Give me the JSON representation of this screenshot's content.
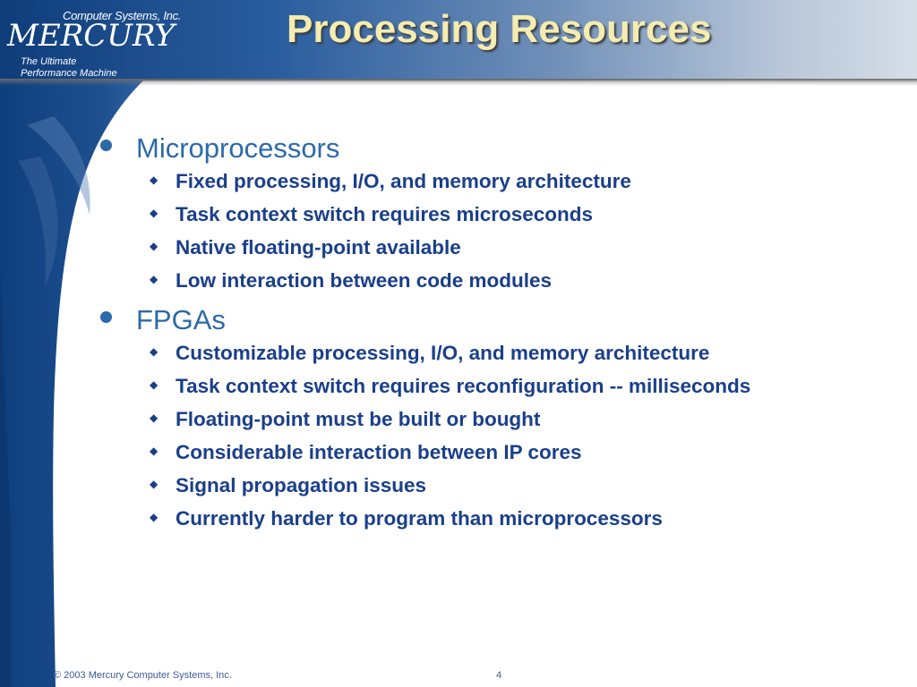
{
  "logo": {
    "company": "Computer Systems, Inc.",
    "name": "MERCURY",
    "tagline_line1": "The Ultimate",
    "tagline_line2": "Performance Machine"
  },
  "title": "Processing Resources",
  "sections": [
    {
      "label": "Microprocessors",
      "items": [
        "Fixed processing, I/O, and memory architecture",
        "Task context switch requires microseconds",
        "Native floating-point available",
        "Low interaction between code modules"
      ]
    },
    {
      "label": "FPGAs",
      "items": [
        "Customizable processing, I/O, and memory architecture",
        "Task context switch requires reconfiguration -- milliseconds",
        "Floating-point must be built or bought",
        "Considerable interaction between IP cores",
        "Signal propagation issues",
        "Currently harder to program than microprocessors"
      ]
    }
  ],
  "footer": {
    "copyright": "© 2003 Mercury Computer Systems, Inc.",
    "page_number": "4"
  },
  "colors": {
    "title": "#f4ecb0",
    "section": "#2c6aa8",
    "item": "#1a3f8a",
    "band": "#0f3d7a"
  }
}
